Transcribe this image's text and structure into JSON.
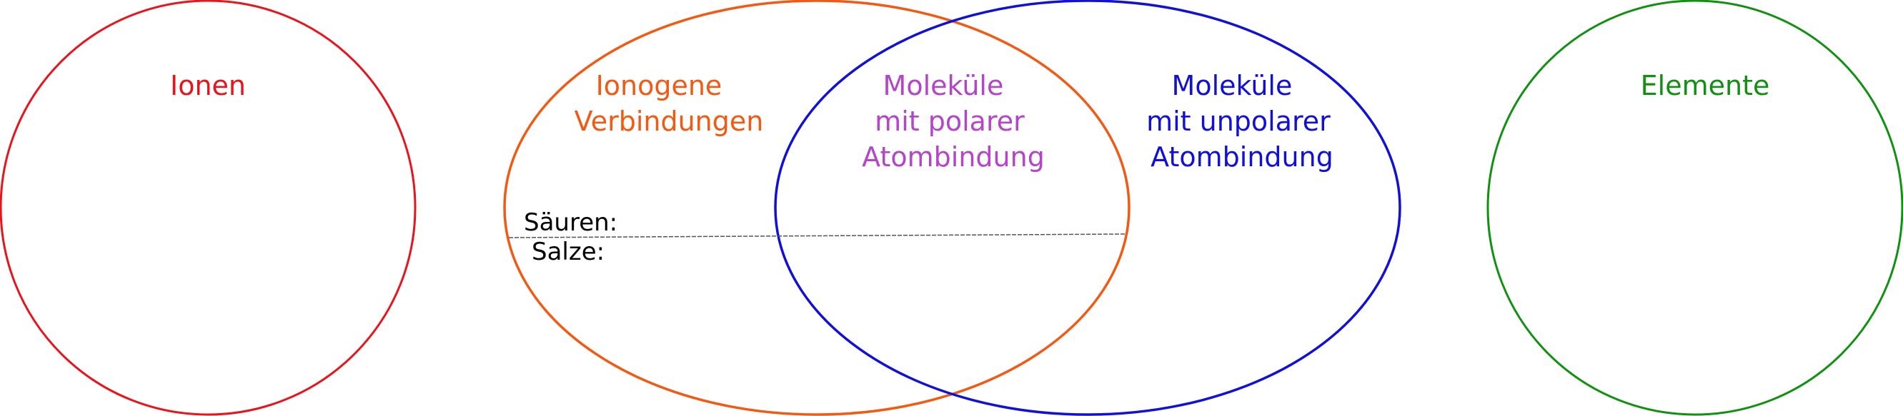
{
  "ionen": {
    "label": "Ionen",
    "color": "#e8141c"
  },
  "ionogene": {
    "lines": [
      "Ionogene",
      "Verbindungen"
    ],
    "color": "#f25a14"
  },
  "polar": {
    "lines": [
      "Moleküle",
      "mit polarer",
      "Atombindung"
    ],
    "color": "#b545c8"
  },
  "unpolar": {
    "lines": [
      "Moleküle",
      "mit unpolarer",
      "Atombindung"
    ],
    "color": "#1010d8"
  },
  "elemente": {
    "label": "Elemente",
    "color": "#119011"
  },
  "divider": {
    "upper": "Säuren:",
    "lower": "Salze:"
  }
}
